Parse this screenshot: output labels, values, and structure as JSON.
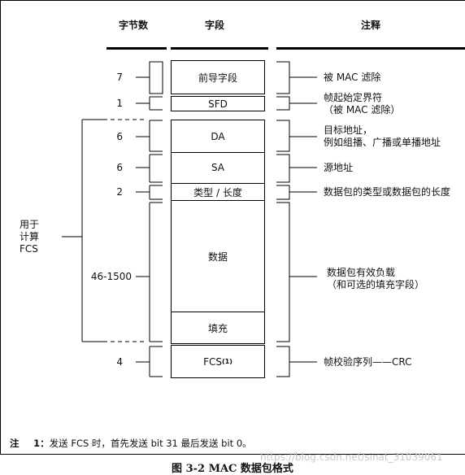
{
  "headers": {
    "bytes": "字节数",
    "field": "字段",
    "notes": "注释"
  },
  "fields": [
    {
      "bytes": "7",
      "name": "前导字段",
      "note": "被 MAC 滤除"
    },
    {
      "bytes": "1",
      "name": "SFD",
      "note": "帧起始定界符\n（被 MAC 滤除）"
    },
    {
      "bytes": "6",
      "name": "DA",
      "note": "目标地址，\n例如组播、广播或单播地址"
    },
    {
      "bytes": "6",
      "name": "SA",
      "note": "源地址"
    },
    {
      "bytes": "2",
      "name": "类型 / 长度",
      "note": "数据包的类型或数据包的长度"
    },
    {
      "bytes": "46-1500",
      "name": "数据",
      "note": "数据包有效负载\n（和可选的填充字段）"
    },
    {
      "bytes": "",
      "name": "填充",
      "note": ""
    },
    {
      "bytes": "4",
      "name": "FCS",
      "sup": "(1)",
      "note": "帧校验序列——CRC"
    }
  ],
  "fcs_label": "用于\n计算\nFCS",
  "footnote": {
    "prefix": "注",
    "index": "1：",
    "text": "发送 FCS 时，首先发送 bit 31 最后发送 bit 0。"
  },
  "caption": "图 3-2 MAC 数据包格式",
  "watermark": "https://blog.csdn.net/sinat_31039061"
}
